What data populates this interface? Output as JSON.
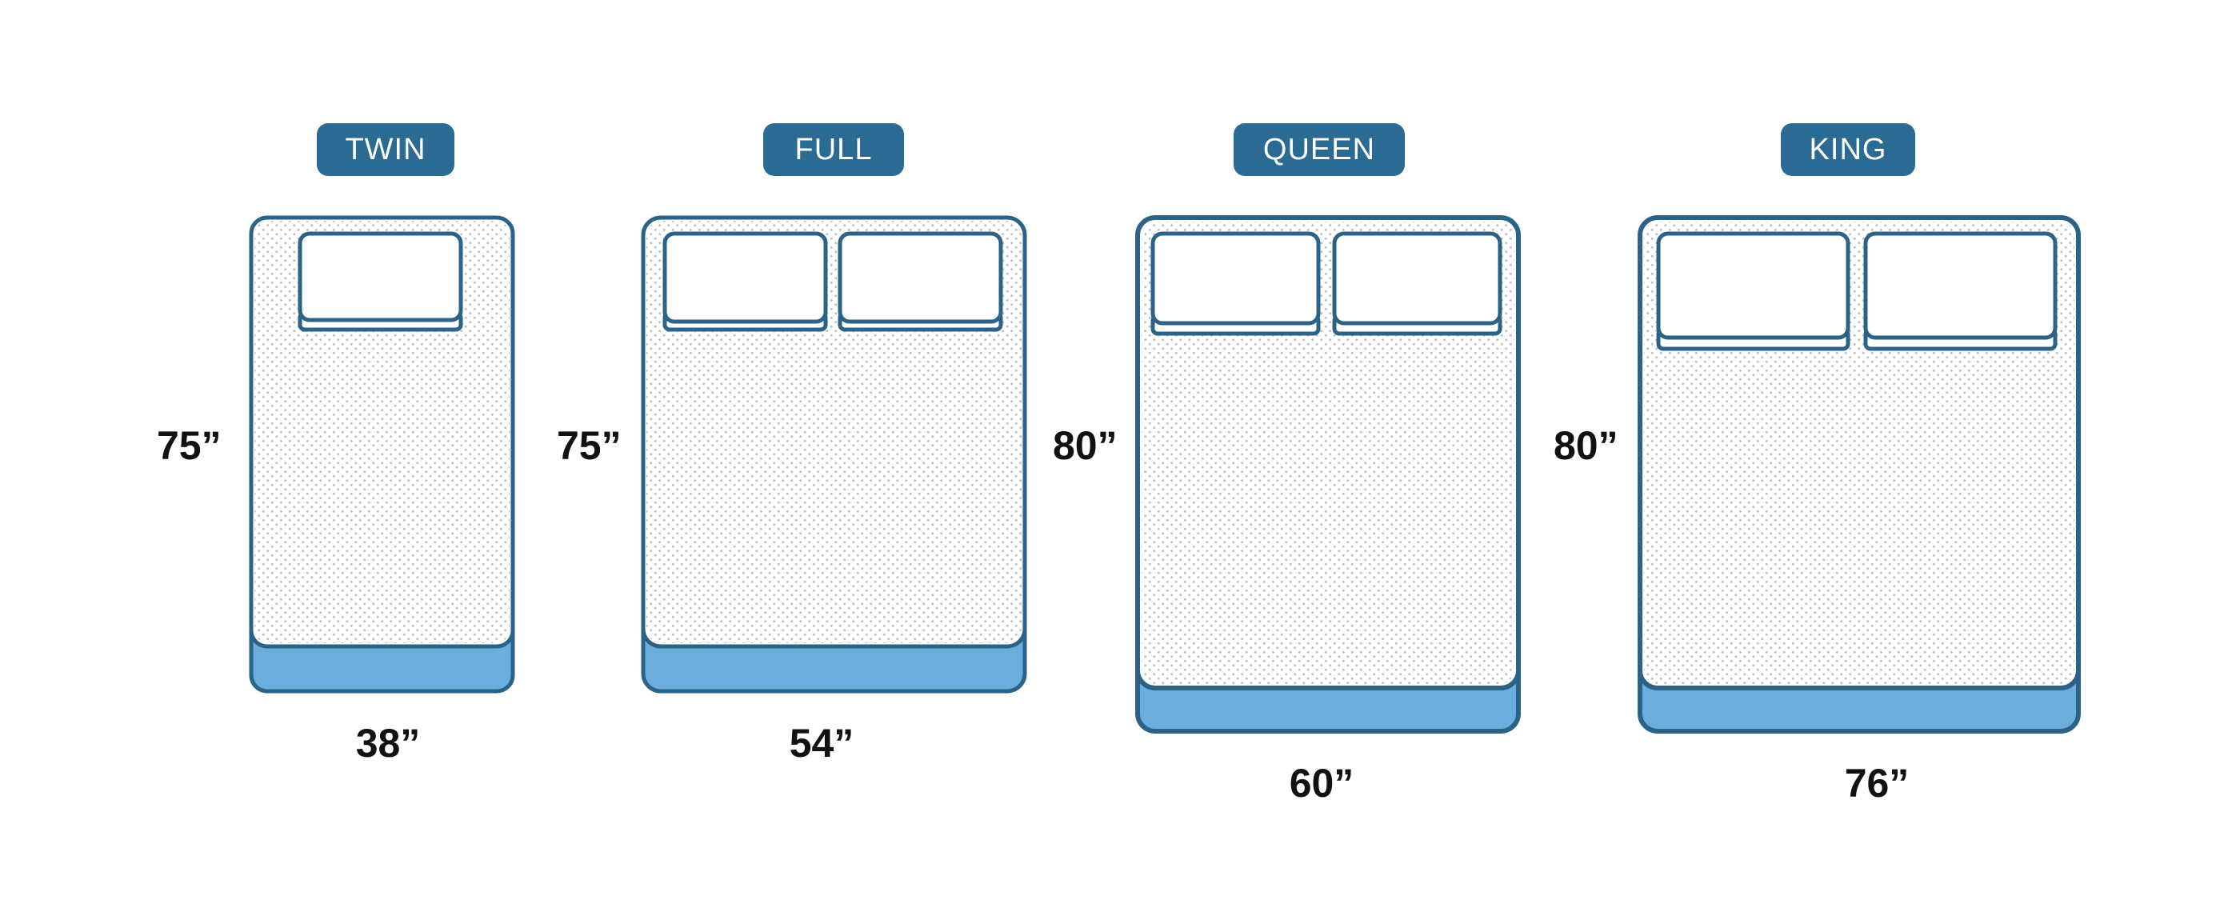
{
  "colors": {
    "outline": "#2b6286",
    "base": "#6aaede",
    "badge": "#2a6a93",
    "dots": "#b9c2c9"
  },
  "beds": [
    {
      "label": "TWIN",
      "width": "38”",
      "length": "75”",
      "pillows": 1
    },
    {
      "label": "FULL",
      "width": "54”",
      "length": "75”",
      "pillows": 2
    },
    {
      "label": "QUEEN",
      "width": "60”",
      "length": "80”",
      "pillows": 2
    },
    {
      "label": "KING",
      "width": "76”",
      "length": "80”",
      "pillows": 2
    }
  ]
}
